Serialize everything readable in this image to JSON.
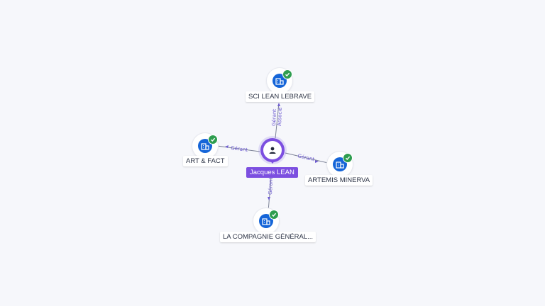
{
  "center_person": {
    "name": "Jacques LEAN",
    "icon": "person-icon",
    "color": "#7c4fe0"
  },
  "companies": [
    {
      "name": "SCI LEAN LEBRAVE",
      "icon": "building-icon",
      "verified": true
    },
    {
      "name": "ART & FACT",
      "icon": "building-icon",
      "verified": true
    },
    {
      "name": "ARTEMIS MINERVA",
      "icon": "building-icon",
      "verified": true
    },
    {
      "name": "LA COMPAGNIE GÉNÉRAL...",
      "icon": "building-icon",
      "verified": true
    }
  ],
  "edges": [
    {
      "target": "SCI LEAN LEBRAVE",
      "labels": [
        "Gérant",
        "Associé"
      ]
    },
    {
      "target": "ART & FACT",
      "labels": [
        "Gérant"
      ]
    },
    {
      "target": "ARTEMIS MINERVA",
      "labels": [
        "Gérant"
      ]
    },
    {
      "target": "LA COMPAGNIE GÉNÉRAL...",
      "labels": [
        "Gérant"
      ]
    }
  ],
  "colors": {
    "company": "#1565d8",
    "verified": "#2e9d4f",
    "edge_label": "#6d5bd0"
  }
}
